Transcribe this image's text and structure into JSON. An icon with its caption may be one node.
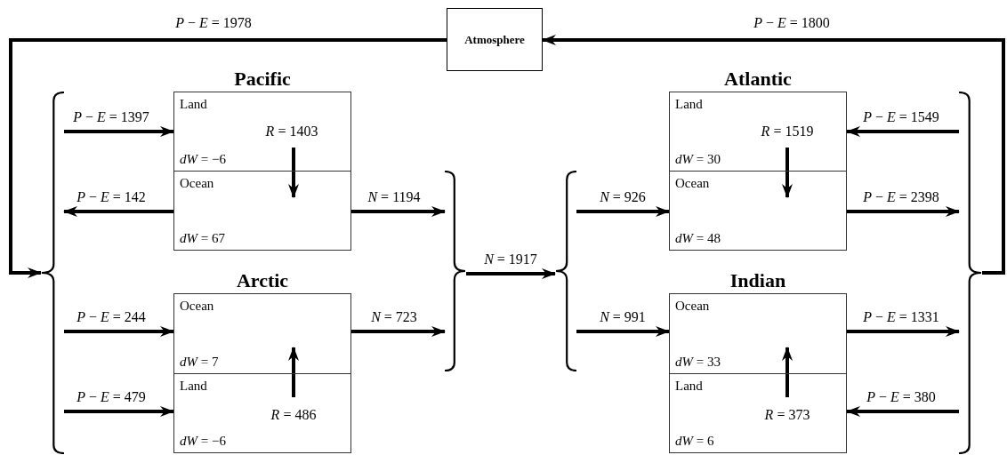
{
  "diagram": {
    "nodes": [
      {
        "text": [
          "Atmosphere"
        ]
      },
      {
        "text": [],
        "shape": "brace"
      },
      {
        "text": [
          "Pacific"
        ]
      },
      {
        "text": [
          "Land",
          "*dW* = −6"
        ],
        "in": 2
      },
      {
        "text": [
          "Ocean",
          "*dW* = 67"
        ],
        "in": 2
      },
      {
        "text": [],
        "shape": "brace"
      },
      {
        "text": [],
        "shape": "brace"
      },
      {
        "text": [
          "Atlantic"
        ]
      },
      {
        "text": [
          "Land",
          "*dW* = 30"
        ],
        "in": 7
      },
      {
        "text": [
          "Ocean",
          "*dW* = 48"
        ],
        "in": 7
      },
      {
        "text": [],
        "shape": "brace"
      },
      {
        "text": [
          "Arctic"
        ]
      },
      {
        "text": [
          "Ocean",
          "*dW* = 7"
        ],
        "in": 11
      },
      {
        "text": [
          "Land",
          "*dW* = −6"
        ],
        "in": 11
      },
      {
        "text": [
          "Indian"
        ]
      },
      {
        "text": [
          "Ocean",
          "*dW* = 33"
        ],
        "in": 14
      },
      {
        "text": [
          "Land",
          "*dW* = 6"
        ],
        "in": 14
      }
    ],
    "edges": [
      {
        "from": 0,
        "to": 1,
        "arrow": "to",
        "label": "*P* − *E* = 1978"
      },
      {
        "from": 10,
        "to": 0,
        "arrow": "to",
        "label": "*P* − *E* = 1800"
      },
      {
        "from": 1,
        "to": 3,
        "arrow": "to",
        "label": "*P* − *E* = 1397"
      },
      {
        "from": 4,
        "to": 1,
        "arrow": "to",
        "label": "*P* − *E* = 142"
      },
      {
        "from": 3,
        "to": 4,
        "arrow": "to",
        "label": "*R* = 1403"
      },
      {
        "from": 4,
        "to": 5,
        "arrow": "to",
        "label": "*N* = 1194"
      },
      {
        "from": 1,
        "to": 12,
        "arrow": "to",
        "label": "*P* − *E* = 244"
      },
      {
        "from": 1,
        "to": 13,
        "arrow": "to",
        "label": "*P* − *E* = 479"
      },
      {
        "from": 13,
        "to": 12,
        "arrow": "to",
        "label": "*R* = 486"
      },
      {
        "from": 12,
        "to": 5,
        "arrow": "to",
        "label": "*N* = 723"
      },
      {
        "from": 5,
        "to": 6,
        "arrow": "to",
        "label": "*N* = 1917"
      },
      {
        "from": 6,
        "to": 9,
        "arrow": "to",
        "label": "*N* = 926"
      },
      {
        "from": 6,
        "to": 15,
        "arrow": "to",
        "label": "*N* = 991"
      },
      {
        "from": 10,
        "to": 8,
        "arrow": "to",
        "label": "*P* − *E* = 1549"
      },
      {
        "from": 8,
        "to": 9,
        "arrow": "to",
        "label": "*R* = 1519"
      },
      {
        "from": 9,
        "to": 10,
        "arrow": "to",
        "label": "*P* − *E* = 2398"
      },
      {
        "from": 15,
        "to": 10,
        "arrow": "to",
        "label": "*P* − *E* = 1331"
      },
      {
        "from": 10,
        "to": 16,
        "arrow": "to",
        "label": "*P* − *E* = 380"
      },
      {
        "from": 16,
        "to": 15,
        "arrow": "to",
        "label": "*R* = 373"
      }
    ]
  }
}
